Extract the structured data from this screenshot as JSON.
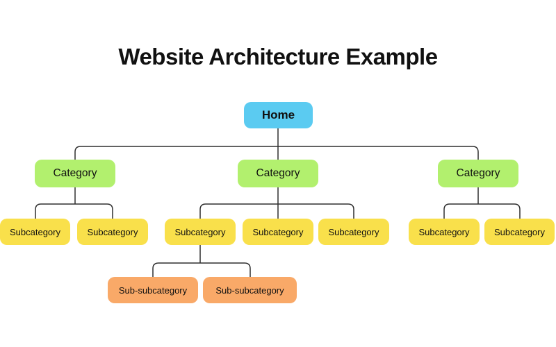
{
  "title": "Website Architecture Example",
  "colors": {
    "home_box": "#5bcbf1",
    "category_box": "#b2f06e",
    "subcategory_box": "#f9e04b",
    "sub_subcategory_box": "#f9a968",
    "connector_line": "#2f2f2f",
    "text": "#111111",
    "background": "#ffffff"
  },
  "nodes": [
    {
      "id": "home",
      "label": "Home",
      "type": "home",
      "children": [
        "category-1",
        "category-2",
        "category-3"
      ]
    },
    {
      "id": "category-1",
      "label": "Category",
      "type": "category",
      "children": [
        "subcategory-1",
        "subcategory-2"
      ]
    },
    {
      "id": "category-2",
      "label": "Category",
      "type": "category",
      "children": [
        "subcategory-3",
        "subcategory-4",
        "subcategory-5"
      ]
    },
    {
      "id": "category-3",
      "label": "Category",
      "type": "category",
      "children": [
        "subcategory-6",
        "subcategory-7"
      ]
    },
    {
      "id": "subcategory-1",
      "label": "Subcategory",
      "type": "subcategory",
      "children": []
    },
    {
      "id": "subcategory-2",
      "label": "Subcategory",
      "type": "subcategory",
      "children": []
    },
    {
      "id": "subcategory-3",
      "label": "Subcategory",
      "type": "subcategory",
      "children": [
        "sub-subcategory-1",
        "sub-subcategory-2"
      ]
    },
    {
      "id": "subcategory-4",
      "label": "Subcategory",
      "type": "subcategory",
      "children": []
    },
    {
      "id": "subcategory-5",
      "label": "Subcategory",
      "type": "subcategory",
      "children": []
    },
    {
      "id": "subcategory-6",
      "label": "Subcategory",
      "type": "subcategory",
      "children": []
    },
    {
      "id": "subcategory-7",
      "label": "Subcategory",
      "type": "subcategory",
      "children": []
    },
    {
      "id": "sub-subcategory-1",
      "label": "Sub-subcategory",
      "type": "sub-subcategory",
      "children": []
    },
    {
      "id": "sub-subcategory-2",
      "label": "Sub-subcategory",
      "type": "sub-subcategory",
      "children": []
    }
  ]
}
